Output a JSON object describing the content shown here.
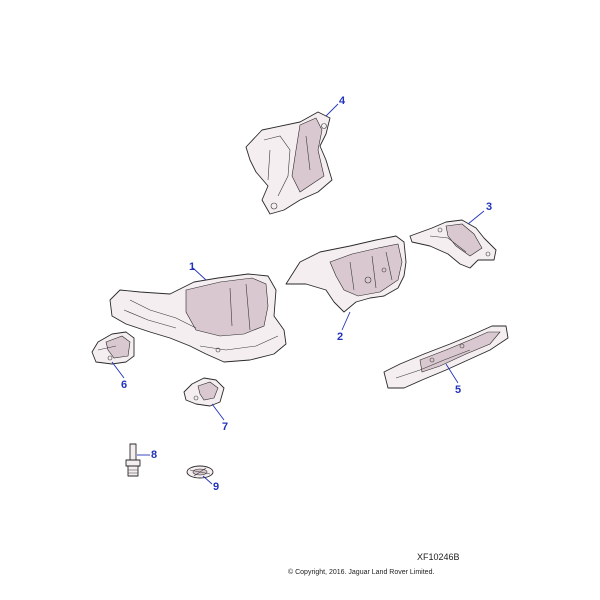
{
  "callouts": [
    {
      "number": "1",
      "name": "heat-shield-main"
    },
    {
      "number": "2",
      "name": "heat-shield-center"
    },
    {
      "number": "3",
      "name": "heat-shield-small-right"
    },
    {
      "number": "4",
      "name": "heat-shield-upper"
    },
    {
      "number": "5",
      "name": "heat-shield-long"
    },
    {
      "number": "6",
      "name": "bracket-left"
    },
    {
      "number": "7",
      "name": "bracket-right"
    },
    {
      "number": "8",
      "name": "bolt"
    },
    {
      "number": "9",
      "name": "clip"
    }
  ],
  "reference_code": "XF10246B",
  "copyright": "© Copyright, 2016. Jaguar Land Rover Limited."
}
